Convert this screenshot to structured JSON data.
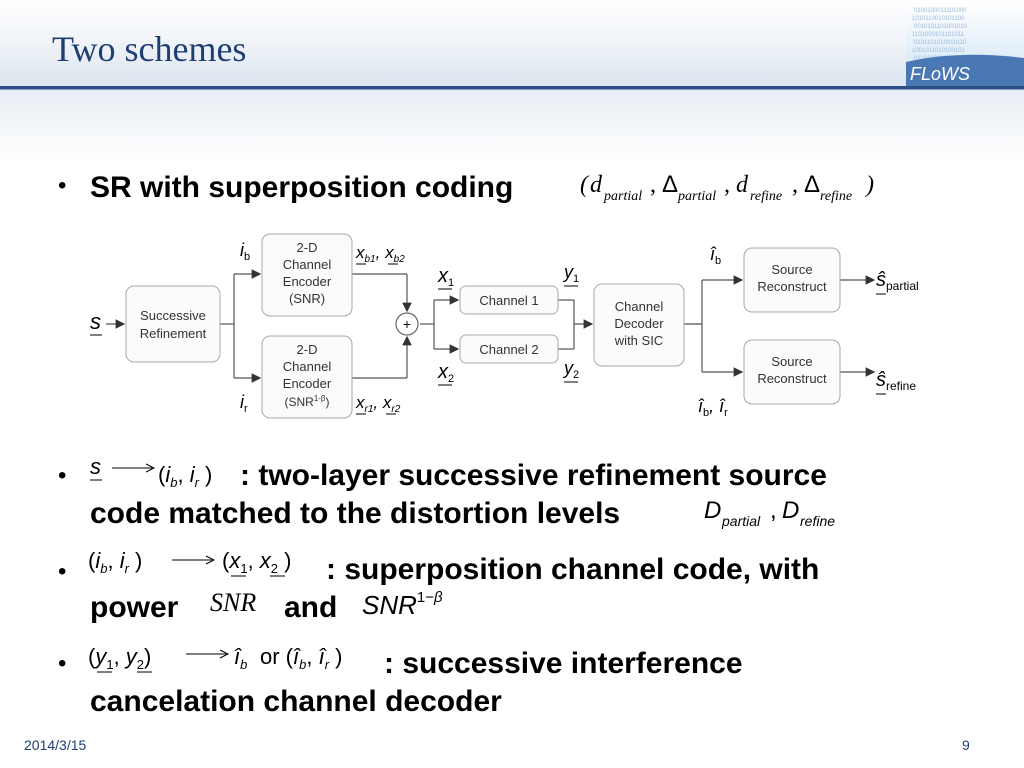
{
  "slide": {
    "title": "Two schemes",
    "logo_text": "FLoWS",
    "footer_date": "2014/3/15",
    "page_number": "9"
  },
  "bullets": [
    {
      "text": "SR with superposition coding",
      "math": "(d_partial, Δ_partial, d_refine, Δ_refine)"
    },
    {
      "math": "s → (i_b, i_r)",
      "text": ": two-layer successive refinement source",
      "text2": "code matched to the distortion levels",
      "math2": "D_partial, D_refine"
    },
    {
      "math": "(i_b, i_r) → (x_1, x_2)",
      "text": ": superposition channel code, with",
      "text2a": "power",
      "math2a": "SNR",
      "text2b": "and",
      "math2b": "SNR^{1−β}"
    },
    {
      "math": "(y_1, y_2) → î_b or (î_b, î_r)",
      "text": ": successive interference",
      "text2": "cancelation channel decoder"
    }
  ],
  "diagram": {
    "blocks": {
      "sr": "Successive\nRefinement",
      "enc1": "2-D\nChannel\nEncoder\n(SNR)",
      "enc2": "2-D\nChannel\nEncoder\n(SNR^{1-β})",
      "ch1": "Channel 1",
      "ch2": "Channel 2",
      "dec": "Channel\nDecoder\nwith SIC",
      "src1": "Source\nReconstruct",
      "src2": "Source\nReconstruct"
    },
    "labels": {
      "s": "s",
      "ib": "i_b",
      "ir": "i_r",
      "xb": "x_b1, x_b2",
      "xr": "x_r1, x_r2",
      "x1": "x_1",
      "x2": "x_2",
      "y1": "y_1",
      "y2": "y_2",
      "ib_hat": "î_b",
      "ibir_hat": "î_b, î_r",
      "s_partial": "ŝ_partial",
      "s_refine": "ŝ_refine",
      "plus": "+"
    }
  }
}
